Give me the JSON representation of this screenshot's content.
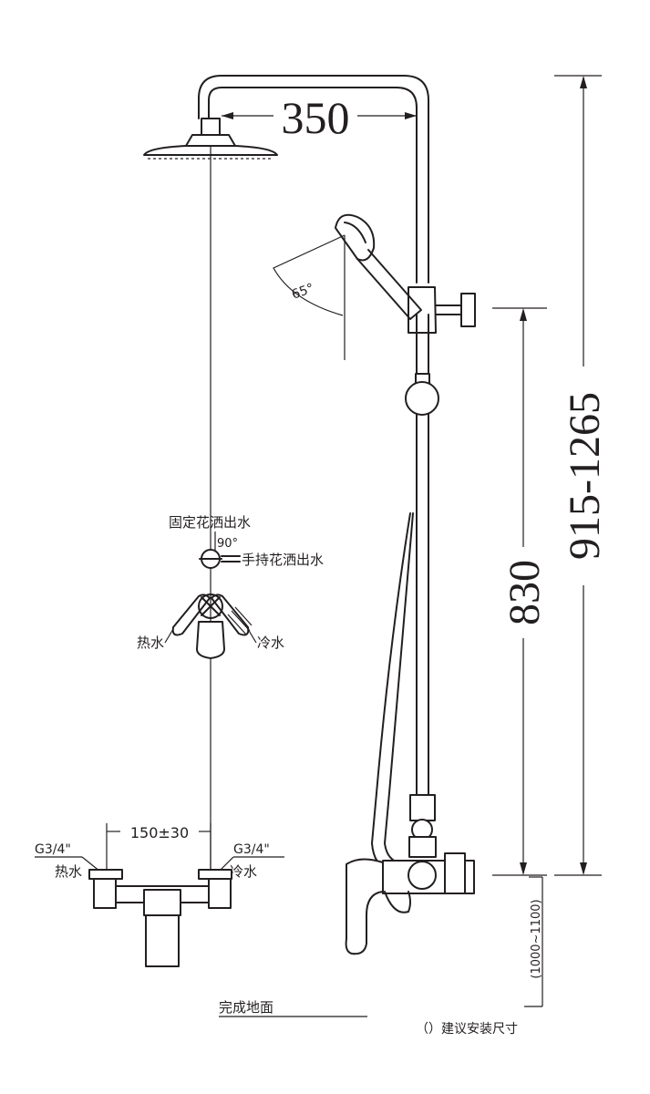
{
  "dimensions": {
    "head_arm": "350",
    "handle_offset": "830",
    "overall_height": "915-1265",
    "inlet_spacing": "150±30",
    "install_height": "(1000~1100)",
    "head_angle": "65°",
    "diverter_angle": "90°"
  },
  "labels": {
    "fixed_shower_outlet": "固定花洒出水",
    "hand_shower_outlet": "手持花洒出水",
    "hot_water": "热水",
    "cold_water": "冷水",
    "thread_left": "G3/4\"",
    "thread_right": "G3/4\"",
    "hot_water_inlet": "热水",
    "cold_water_inlet": "冷水",
    "finished_floor": "完成地面",
    "recommended_note": "（）建议安装尺寸"
  }
}
